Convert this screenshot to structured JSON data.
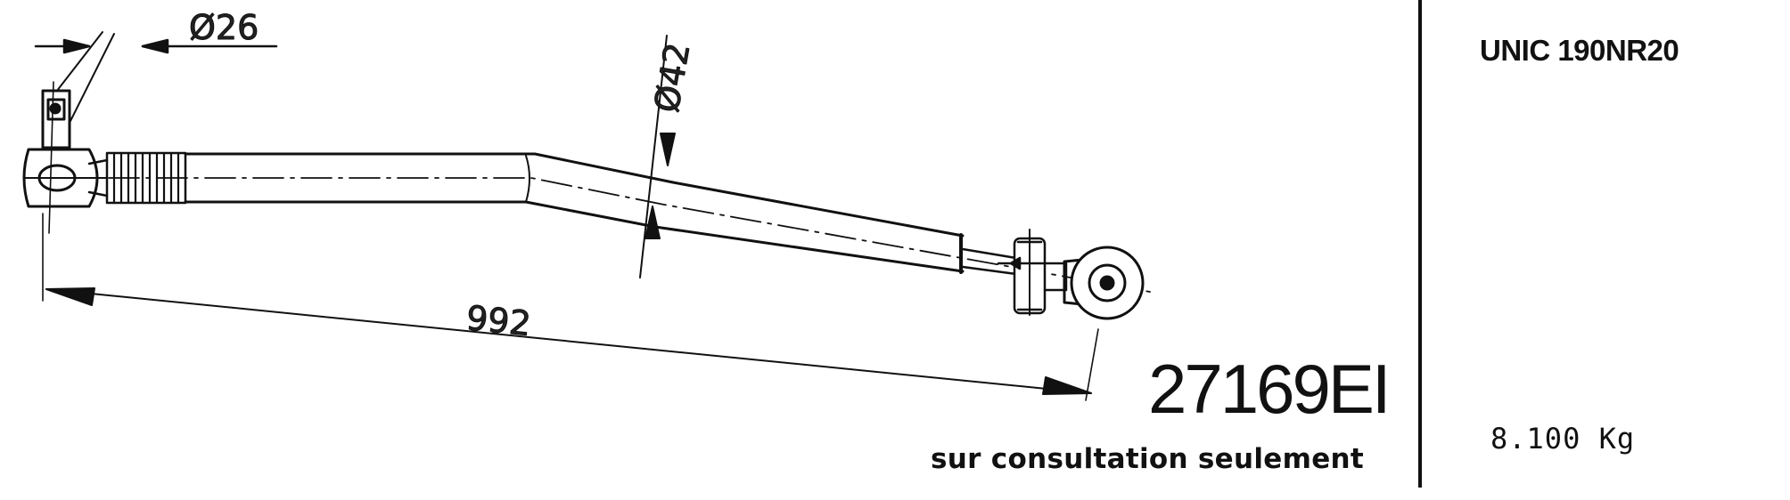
{
  "model": "UNIC  190NR20",
  "weight": "8.100 Kg",
  "part_number": "27169EI",
  "note": "sur consultation seulement",
  "dimensions": {
    "ball_pin_diameter": "Ø26",
    "tube_diameter": "Ø42",
    "length": "992"
  }
}
